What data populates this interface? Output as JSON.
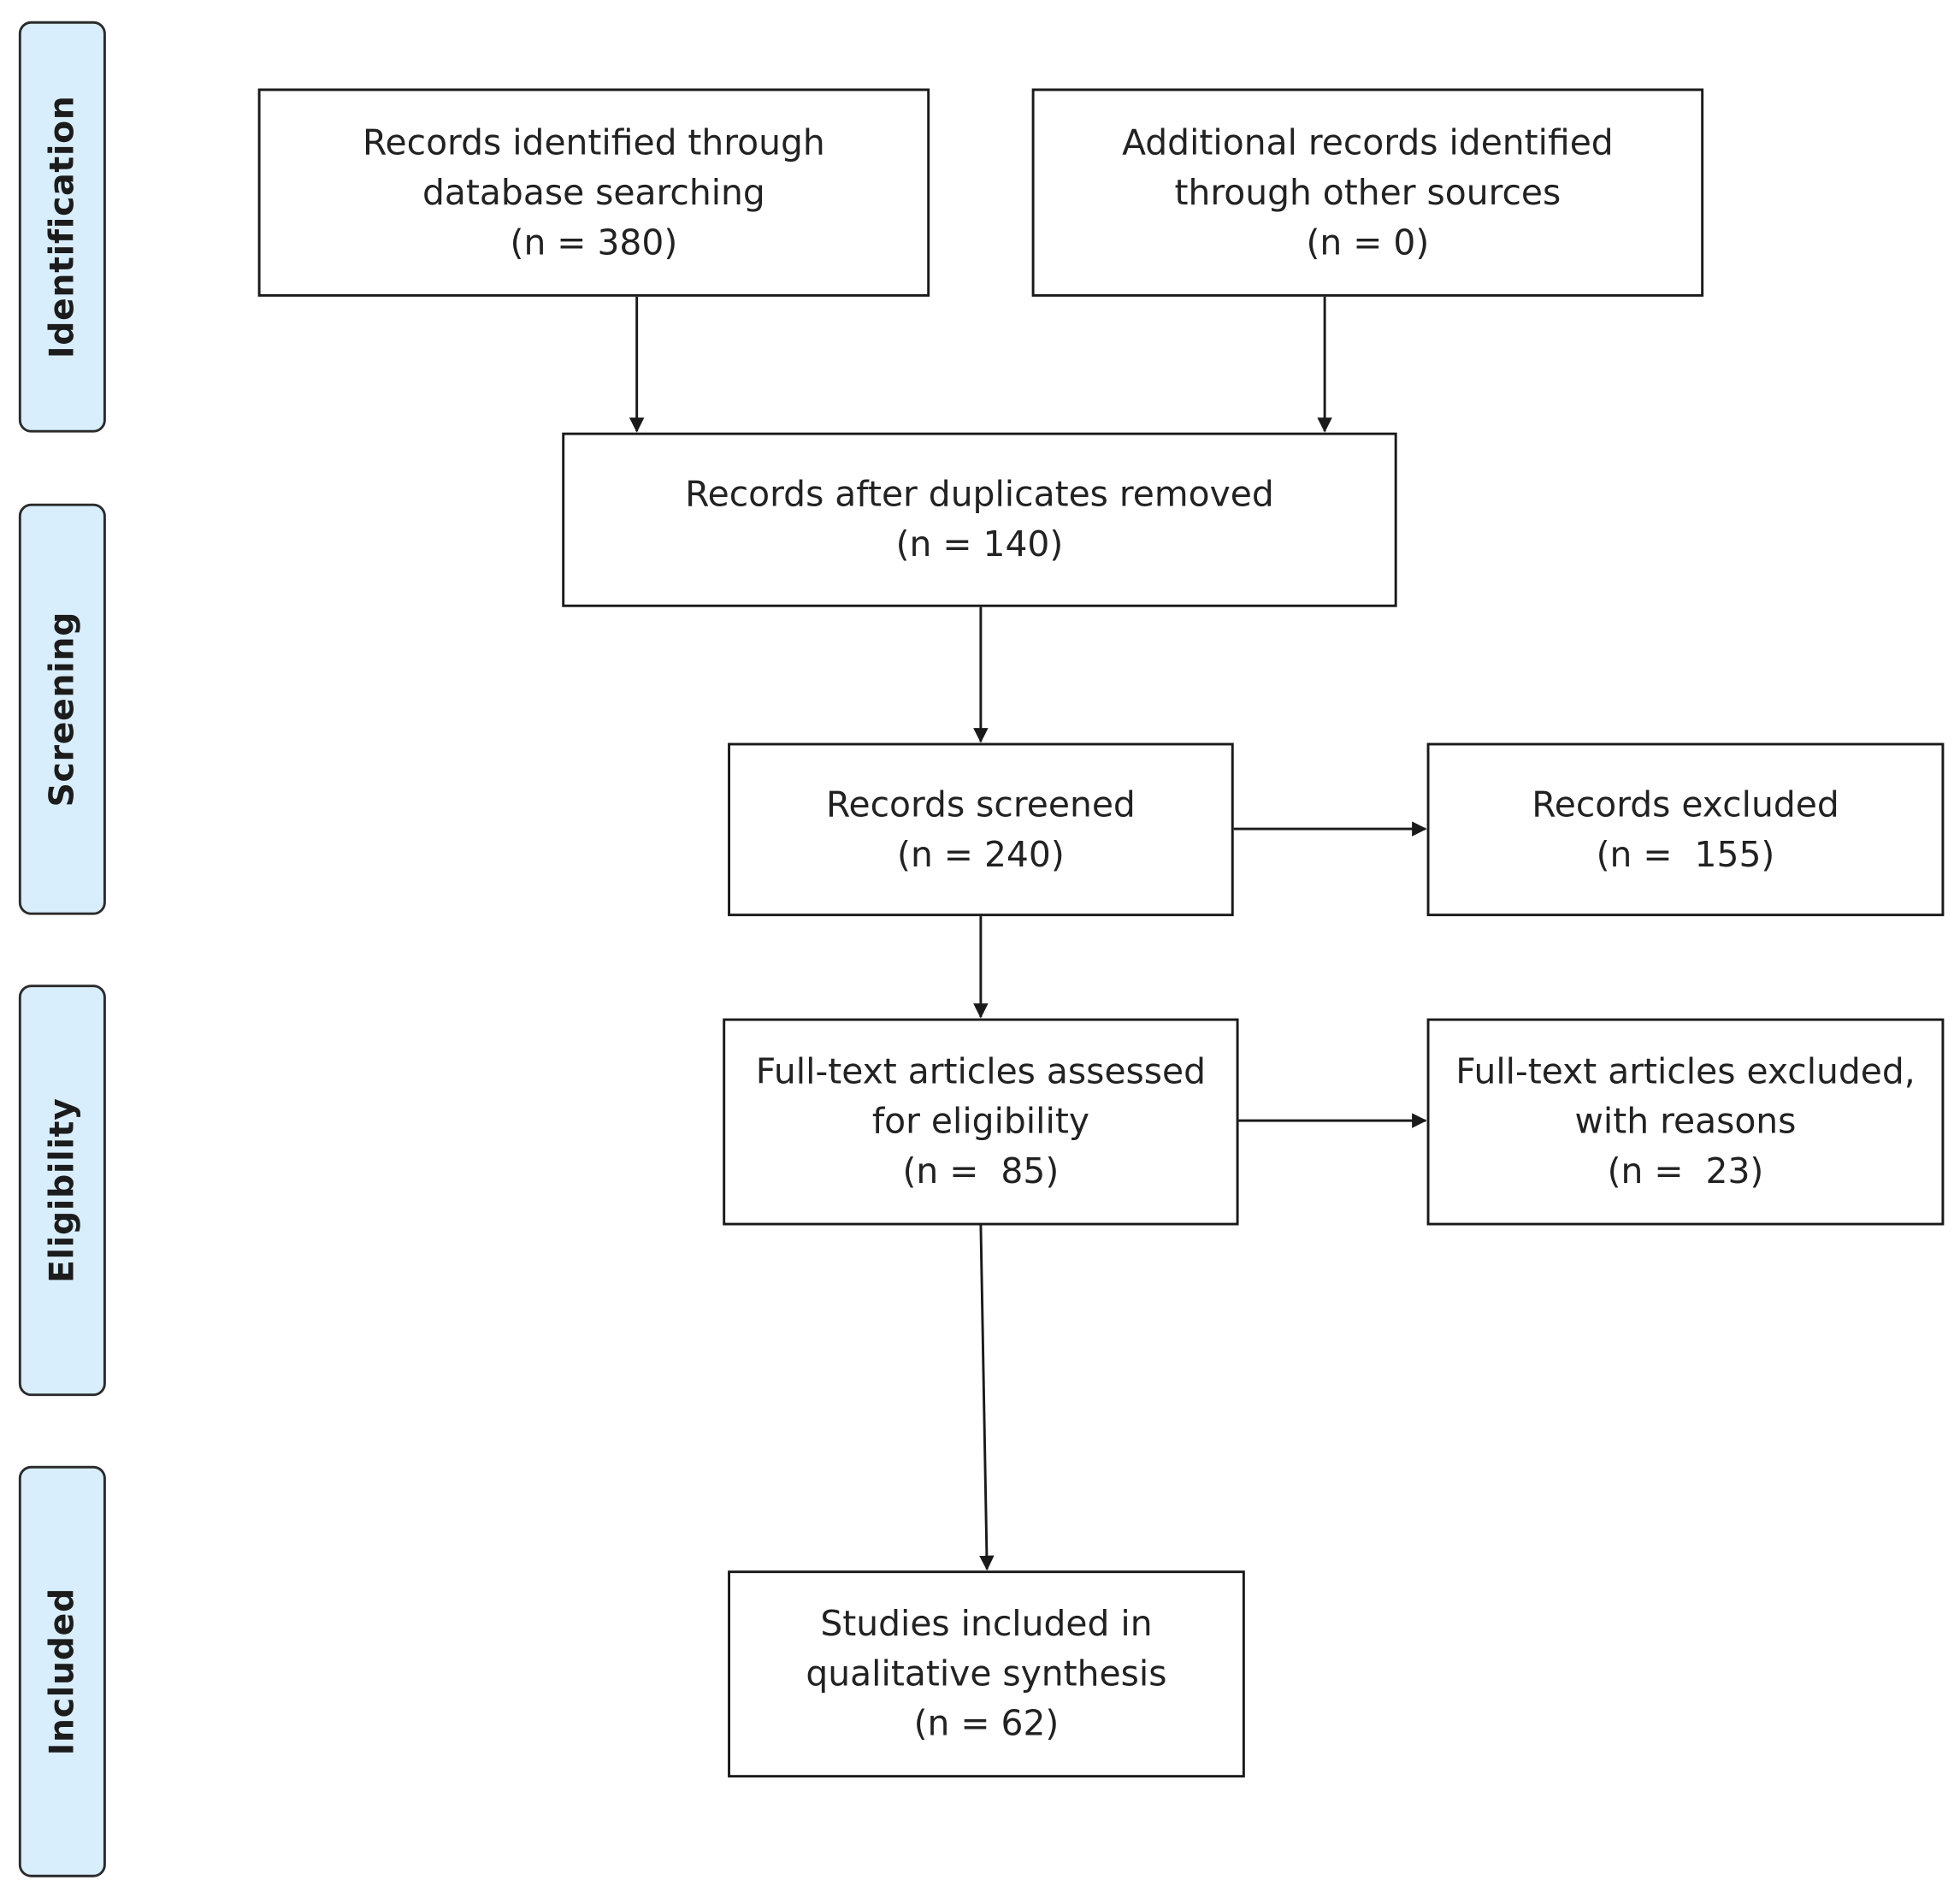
{
  "phases": {
    "identification": "Identification",
    "screening": "Screening",
    "eligibility": "Eligibility",
    "included": "Included"
  },
  "boxes": {
    "database": {
      "line1": "Records identified through",
      "line2": "database searching",
      "count": "(n = 380)"
    },
    "other_sources": {
      "line1": "Additional records identified",
      "line2": "through other sources",
      "count": "(n = 0)"
    },
    "duplicates_removed": {
      "line1": "Records after duplicates removed",
      "count": "(n = 140)"
    },
    "screened": {
      "line1": "Records screened",
      "count": "(n = 240)"
    },
    "excluded": {
      "line1": "Records excluded",
      "count": "(n =  155)"
    },
    "fulltext_assessed": {
      "line1": "Full-text articles assessed",
      "line2": "for eligibility",
      "count": "(n =  85)"
    },
    "fulltext_excluded": {
      "line1": "Full-text articles excluded,",
      "line2": "with reasons",
      "count": "(n =  23)"
    },
    "included_studies": {
      "line1": "Studies included in",
      "line2": "qualitative synthesis",
      "count": "(n = 62)"
    }
  },
  "colors": {
    "phase_fill": "#d9eefc",
    "stroke": "#1a1a1a"
  }
}
